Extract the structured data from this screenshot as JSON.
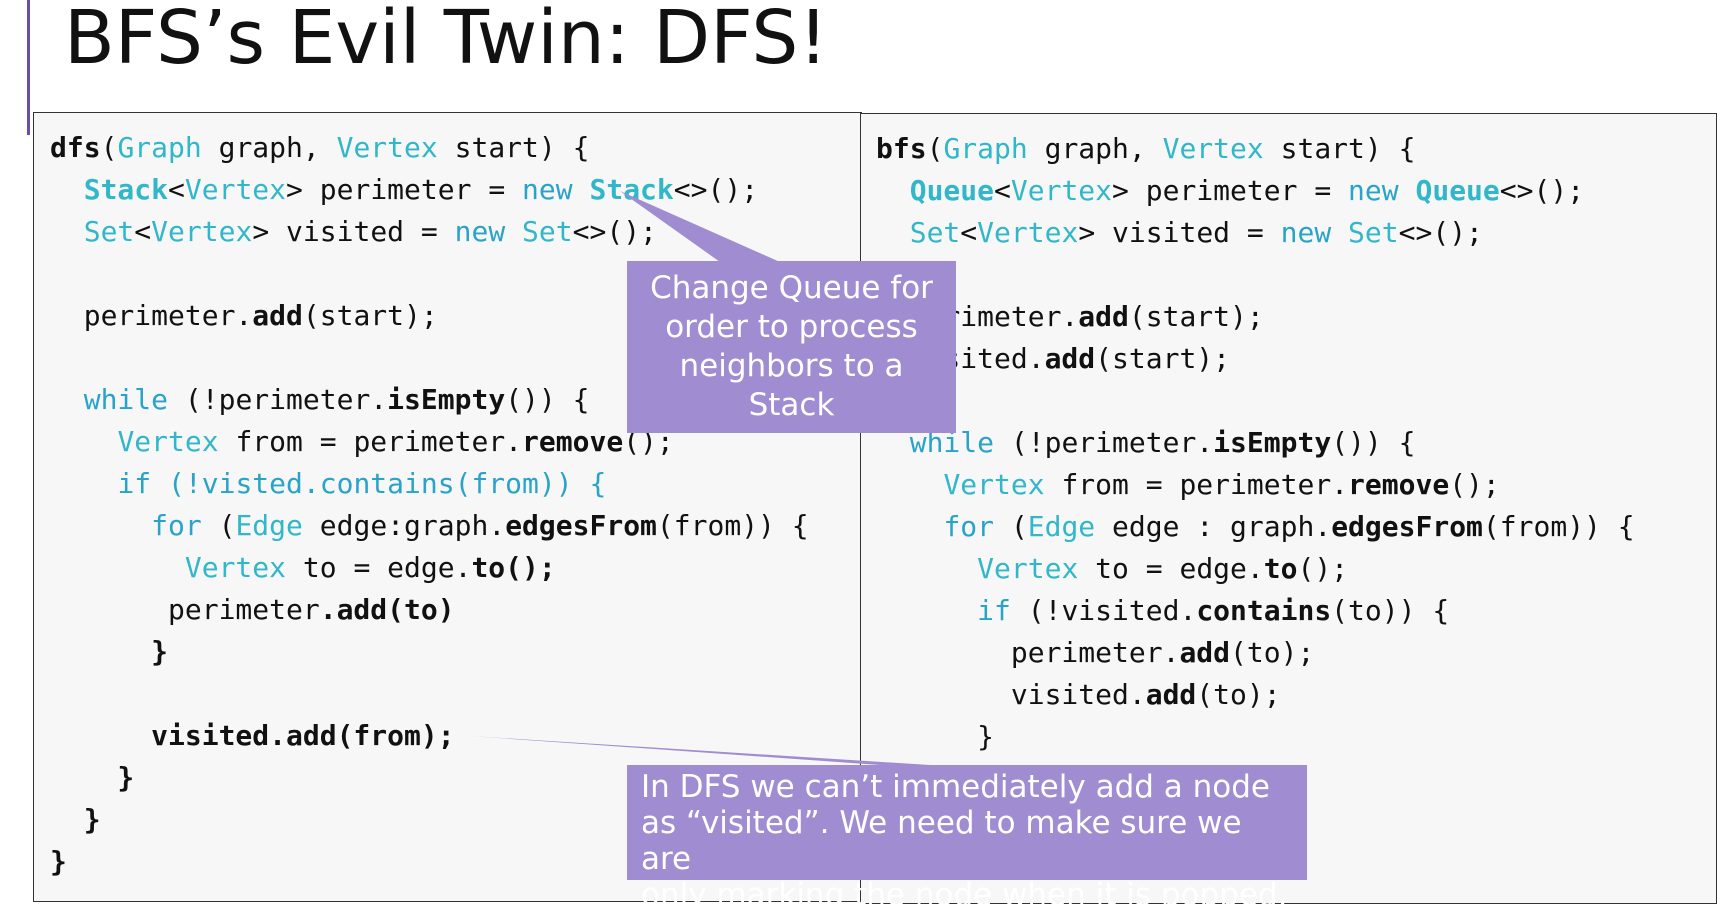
{
  "slide": {
    "title": "BFS’s Evil Twin: DFS!"
  },
  "colors": {
    "accent_bar": "#6b4fa3",
    "callout_bg": "#a08cd0",
    "keyword": "#2aa3c9",
    "type": "#31b7c9",
    "panel_bg": "#f7f7f7"
  },
  "left_code": {
    "lines": [
      [
        {
          "t": "dfs",
          "s": "bold"
        },
        {
          "t": "(",
          "s": "plain"
        },
        {
          "t": "Graph",
          "s": "type"
        },
        {
          "t": " graph, ",
          "s": "plain"
        },
        {
          "t": "Vertex",
          "s": "type"
        },
        {
          "t": " start) {",
          "s": "plain"
        }
      ],
      [
        {
          "t": "  ",
          "s": "plain"
        },
        {
          "t": "Stack",
          "s": "type-b"
        },
        {
          "t": "<",
          "s": "plain"
        },
        {
          "t": "Vertex",
          "s": "type"
        },
        {
          "t": "> perimeter = ",
          "s": "plain"
        },
        {
          "t": "new",
          "s": "kw"
        },
        {
          "t": " ",
          "s": "plain"
        },
        {
          "t": "Stack",
          "s": "type-b"
        },
        {
          "t": "<>();",
          "s": "plain"
        }
      ],
      [
        {
          "t": "  ",
          "s": "plain"
        },
        {
          "t": "Set",
          "s": "type"
        },
        {
          "t": "<",
          "s": "plain"
        },
        {
          "t": "Vertex",
          "s": "type"
        },
        {
          "t": "> visited = ",
          "s": "plain"
        },
        {
          "t": "new",
          "s": "kw"
        },
        {
          "t": " ",
          "s": "plain"
        },
        {
          "t": "Set",
          "s": "type"
        },
        {
          "t": "<>();",
          "s": "plain"
        }
      ],
      [
        {
          "t": " ",
          "s": "plain"
        }
      ],
      [
        {
          "t": "  perimeter.",
          "s": "plain"
        },
        {
          "t": "add",
          "s": "bold"
        },
        {
          "t": "(start);",
          "s": "plain"
        }
      ],
      [
        {
          "t": " ",
          "s": "plain"
        }
      ],
      [
        {
          "t": "  ",
          "s": "plain"
        },
        {
          "t": "while",
          "s": "kw"
        },
        {
          "t": " (!perimeter.",
          "s": "plain"
        },
        {
          "t": "isEmpty",
          "s": "bold"
        },
        {
          "t": "()) {",
          "s": "plain"
        }
      ],
      [
        {
          "t": "    ",
          "s": "plain"
        },
        {
          "t": "Vertex",
          "s": "type"
        },
        {
          "t": " from = perimeter.",
          "s": "plain"
        },
        {
          "t": "remove",
          "s": "bold"
        },
        {
          "t": "();",
          "s": "plain"
        }
      ],
      [
        {
          "t": "    ",
          "s": "plain"
        },
        {
          "t": "if (!visted.contains(from)) {",
          "s": "kw"
        }
      ],
      [
        {
          "t": "      ",
          "s": "plain"
        },
        {
          "t": "for",
          "s": "kw"
        },
        {
          "t": " (",
          "s": "plain"
        },
        {
          "t": "Edge",
          "s": "type"
        },
        {
          "t": " edge:graph.",
          "s": "plain"
        },
        {
          "t": "edgesFrom",
          "s": "bold"
        },
        {
          "t": "(from)) {",
          "s": "plain"
        }
      ],
      [
        {
          "t": "        ",
          "s": "plain"
        },
        {
          "t": "Vertex",
          "s": "type"
        },
        {
          "t": " to = edge.",
          "s": "plain"
        },
        {
          "t": "to();",
          "s": "bold"
        }
      ],
      [
        {
          "t": "       perimeter",
          "s": "plain"
        },
        {
          "t": ".add(to)",
          "s": "bold"
        }
      ],
      [
        {
          "t": "      }",
          "s": "bold"
        }
      ],
      [
        {
          "t": " ",
          "s": "plain"
        }
      ],
      [
        {
          "t": "      visited.add(from);",
          "s": "bold"
        }
      ],
      [
        {
          "t": "    }",
          "s": "bold"
        }
      ],
      [
        {
          "t": "  }",
          "s": "bold"
        }
      ],
      [
        {
          "t": "}",
          "s": "bold"
        }
      ]
    ]
  },
  "right_code": {
    "lines": [
      [
        {
          "t": "bfs",
          "s": "bold"
        },
        {
          "t": "(",
          "s": "plain"
        },
        {
          "t": "Graph",
          "s": "type"
        },
        {
          "t": " graph, ",
          "s": "plain"
        },
        {
          "t": "Vertex",
          "s": "type"
        },
        {
          "t": " start) {",
          "s": "plain"
        }
      ],
      [
        {
          "t": "  ",
          "s": "plain"
        },
        {
          "t": "Queue",
          "s": "type-b"
        },
        {
          "t": "<",
          "s": "plain"
        },
        {
          "t": "Vertex",
          "s": "type"
        },
        {
          "t": "> perimeter = ",
          "s": "plain"
        },
        {
          "t": "new",
          "s": "kw"
        },
        {
          "t": " ",
          "s": "plain"
        },
        {
          "t": "Queue",
          "s": "type-b"
        },
        {
          "t": "<>();",
          "s": "plain"
        }
      ],
      [
        {
          "t": "  ",
          "s": "plain"
        },
        {
          "t": "Set",
          "s": "type"
        },
        {
          "t": "<",
          "s": "plain"
        },
        {
          "t": "Vertex",
          "s": "type"
        },
        {
          "t": "> visited = ",
          "s": "plain"
        },
        {
          "t": "new",
          "s": "kw"
        },
        {
          "t": " ",
          "s": "plain"
        },
        {
          "t": "Set",
          "s": "type"
        },
        {
          "t": "<>();",
          "s": "plain"
        }
      ],
      [
        {
          "t": " ",
          "s": "plain"
        }
      ],
      [
        {
          "t": "  perimeter.",
          "s": "plain"
        },
        {
          "t": "add",
          "s": "bold"
        },
        {
          "t": "(start);",
          "s": "plain"
        }
      ],
      [
        {
          "t": "  visited.",
          "s": "plain"
        },
        {
          "t": "add",
          "s": "bold"
        },
        {
          "t": "(start);",
          "s": "plain"
        }
      ],
      [
        {
          "t": " ",
          "s": "plain"
        }
      ],
      [
        {
          "t": "  ",
          "s": "plain"
        },
        {
          "t": "while",
          "s": "kw"
        },
        {
          "t": " (!perimeter.",
          "s": "plain"
        },
        {
          "t": "isEmpty",
          "s": "bold"
        },
        {
          "t": "()) {",
          "s": "plain"
        }
      ],
      [
        {
          "t": "    ",
          "s": "plain"
        },
        {
          "t": "Vertex",
          "s": "type"
        },
        {
          "t": " from = perimeter.",
          "s": "plain"
        },
        {
          "t": "remove",
          "s": "bold"
        },
        {
          "t": "();",
          "s": "plain"
        }
      ],
      [
        {
          "t": "    ",
          "s": "plain"
        },
        {
          "t": "for",
          "s": "kw"
        },
        {
          "t": " (",
          "s": "plain"
        },
        {
          "t": "Edge",
          "s": "type"
        },
        {
          "t": " edge : graph.",
          "s": "plain"
        },
        {
          "t": "edgesFrom",
          "s": "bold"
        },
        {
          "t": "(from)) {",
          "s": "plain"
        }
      ],
      [
        {
          "t": "      ",
          "s": "plain"
        },
        {
          "t": "Vertex",
          "s": "type"
        },
        {
          "t": " to = edge.",
          "s": "plain"
        },
        {
          "t": "to",
          "s": "bold"
        },
        {
          "t": "();",
          "s": "plain"
        }
      ],
      [
        {
          "t": "      ",
          "s": "plain"
        },
        {
          "t": "if",
          "s": "kw"
        },
        {
          "t": " (!visited.",
          "s": "plain"
        },
        {
          "t": "contains",
          "s": "bold"
        },
        {
          "t": "(to)) {",
          "s": "plain"
        }
      ],
      [
        {
          "t": "        perimeter.",
          "s": "plain"
        },
        {
          "t": "add",
          "s": "bold"
        },
        {
          "t": "(to);",
          "s": "plain"
        }
      ],
      [
        {
          "t": "        visited.",
          "s": "plain"
        },
        {
          "t": "add",
          "s": "bold"
        },
        {
          "t": "(to);",
          "s": "plain"
        }
      ],
      [
        {
          "t": "      }",
          "s": "plain"
        }
      ],
      [
        {
          "t": "    }",
          "s": "plain"
        }
      ],
      [
        {
          "t": "  }",
          "s": "plain"
        }
      ],
      [
        {
          "t": "}",
          "s": "plain"
        }
      ]
    ]
  },
  "callouts": {
    "top": {
      "lines": [
        "Change Queue for",
        "order to process",
        "neighbors to a",
        "Stack"
      ]
    },
    "bottom": {
      "lines": [
        "In DFS we can’t immediately add a node",
        "as “visited”. We need to make sure we are",
        "only marking the node when it is popped."
      ]
    }
  }
}
